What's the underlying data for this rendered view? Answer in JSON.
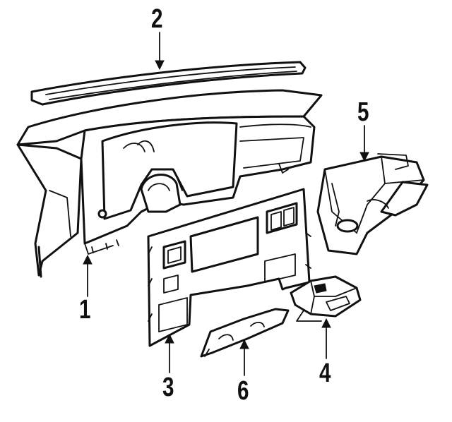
{
  "diagram": {
    "background_color": "#ffffff",
    "line_color": "#111111",
    "callouts": [
      {
        "id": "1",
        "label": "1"
      },
      {
        "id": "2",
        "label": "2"
      },
      {
        "id": "3",
        "label": "3"
      },
      {
        "id": "4",
        "label": "4"
      },
      {
        "id": "5",
        "label": "5"
      },
      {
        "id": "6",
        "label": "6"
      }
    ],
    "parts": [
      {
        "callout": "1",
        "icon": "instrument-panel-shell"
      },
      {
        "callout": "2",
        "icon": "defroster-pad-trim"
      },
      {
        "callout": "3",
        "icon": "instrument-bezel"
      },
      {
        "callout": "4",
        "icon": "glove-box-lock"
      },
      {
        "callout": "5",
        "icon": "glove-box-bin"
      },
      {
        "callout": "6",
        "icon": "lower-trim-plate"
      }
    ]
  }
}
